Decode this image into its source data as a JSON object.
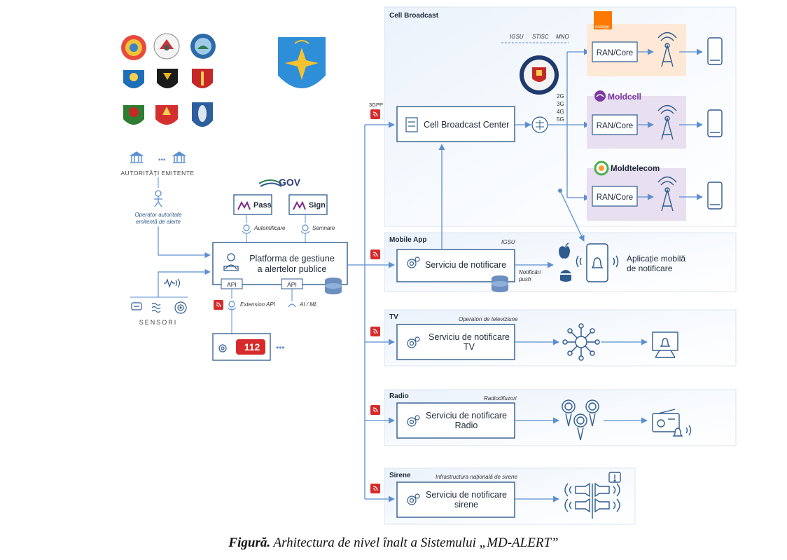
{
  "colors": {
    "line": "#5b8fd0",
    "box": "#2f5c8f",
    "text": "#1e2a3a",
    "red": "#d72b2b",
    "orange_bg": "#fde9d6",
    "purple_bg": "#e8dff0",
    "orange": "#ff7900",
    "moldcell": "#7b3aa0"
  },
  "cell_broadcast": {
    "section_label": "Cell Broadcast",
    "center_label": "Cell Broadcast Center",
    "ext_label": "3GPP",
    "tags": [
      "IGSU",
      "STISC",
      "MNO"
    ],
    "gens": [
      "2G",
      "3G",
      "4G",
      "5G"
    ],
    "operators": [
      {
        "name": "orange",
        "ran": "RAN/Core"
      },
      {
        "name": "Moldcell",
        "ran": "RAN/Core"
      },
      {
        "name": "Moldtelecom",
        "ran": "RAN/Core"
      }
    ]
  },
  "left": {
    "authorities_label": "AUTORITĂȚI EMITENTE",
    "operator_label_1": "Operator autoritate",
    "operator_label_2": "emitentă de alerte",
    "sensors_label": "SENSORI",
    "gov_logo": "GOV",
    "mpass": "Pass",
    "msign": "Sign",
    "auth_label": "Autentificare",
    "sign_label": "Semnare",
    "platform_line1": "Platforma de gestiune",
    "platform_line2": "a alertelor publice",
    "api1": "API",
    "api2": "API",
    "ext_api_label": "Extension API",
    "aiml_label": "AI / ML",
    "emergency_num": "112",
    "more": "•••"
  },
  "mobile": {
    "section_label": "Mobile App",
    "owner": "IGSU",
    "service": "Serviciu de notificare",
    "push_1": "Notificări",
    "push_2": "push",
    "app_1": "Aplicație mobilă",
    "app_2": "de notificare"
  },
  "tv": {
    "section_label": "TV",
    "owner": "Operatori de televiziune",
    "service_1": "Serviciu de notificare",
    "service_2": "TV"
  },
  "radio": {
    "section_label": "Radio",
    "owner": "Radiodifuzori",
    "service_1": "Serviciu de notificare",
    "service_2": "Radio"
  },
  "sirens": {
    "section_label": "Sirene",
    "owner": "Infrastructura națională de sirene",
    "service_1": "Serviciu de notificare",
    "service_2": "sirene"
  },
  "caption": {
    "bold": "Figură.",
    "rest": " Arhitectura de nivel înalt a Sistemului „MD-ALERT”"
  }
}
